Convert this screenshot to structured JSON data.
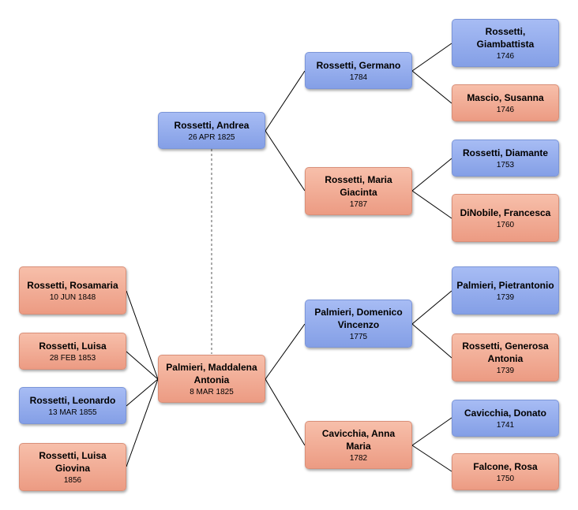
{
  "colors": {
    "male": "#94abec",
    "female": "#f2ab93",
    "line": "#000000"
  },
  "people": {
    "rosamaria": {
      "name": "Rossetti, Rosamaria",
      "date": "10 JUN 1848"
    },
    "luisa": {
      "name": "Rossetti, Luisa",
      "date": "28 FEB 1853"
    },
    "leonardo": {
      "name": "Rossetti, Leonardo",
      "date": "13 MAR 1855"
    },
    "luisa_giovina": {
      "name": "Rossetti, Luisa Giovina",
      "date": "1856"
    },
    "andrea": {
      "name": "Rossetti, Andrea",
      "date": "26 APR 1825"
    },
    "maddalena": {
      "name": "Palmieri, Maddalena Antonia",
      "date": "8 MAR 1825"
    },
    "germano": {
      "name": "Rossetti, Germano",
      "date": "1784"
    },
    "maria_giacinta": {
      "name": "Rossetti, Maria Giacinta",
      "date": "1787"
    },
    "domenico": {
      "name": "Palmieri, Domenico Vincenzo",
      "date": "1775"
    },
    "anna_maria": {
      "name": "Cavicchia, Anna Maria",
      "date": "1782"
    },
    "giambattista": {
      "name": "Rossetti, Giambattista",
      "date": "1746"
    },
    "susanna": {
      "name": "Mascio, Susanna",
      "date": "1746"
    },
    "diamante": {
      "name": "Rossetti, Diamante",
      "date": "1753"
    },
    "francesca": {
      "name": "DiNobile, Francesca",
      "date": "1760"
    },
    "pietrantonio": {
      "name": "Palmieri, Pietrantonio",
      "date": "1739"
    },
    "generosa": {
      "name": "Rossetti, Generosa Antonia",
      "date": "1739"
    },
    "donato": {
      "name": "Cavicchia, Donato",
      "date": "1741"
    },
    "rosa": {
      "name": "Falcone, Rosa",
      "date": "1750"
    }
  }
}
